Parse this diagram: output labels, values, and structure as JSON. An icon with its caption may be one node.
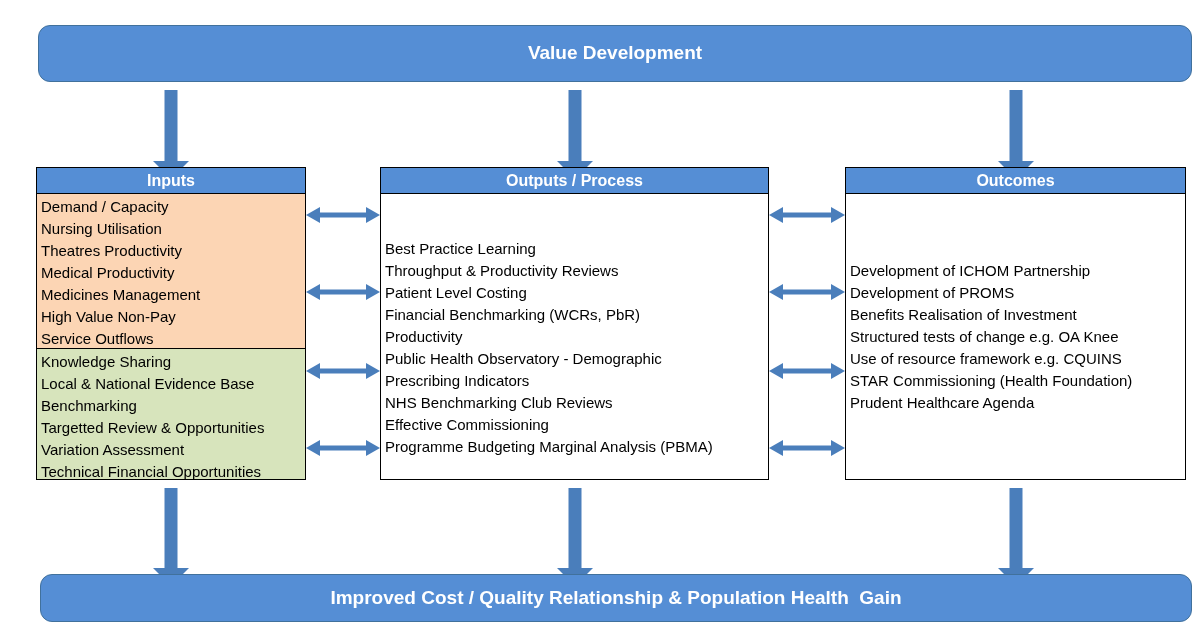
{
  "diagram": {
    "nodes": [
      {
        "text": [
          "Value Development"
        ]
      },
      {
        "text": [
          "Inputs"
        ]
      },
      {
        "text": [
          "Demand / Capacity",
          "Nursing Utilisation",
          "Theatres Productivity",
          "Medical Productivity",
          "Medicines Management",
          "High Value Non-Pay",
          "Service Outflows"
        ],
        "in": 1
      },
      {
        "text": [
          "Knowledge Sharing",
          "Local & National Evidence Base",
          "Benchmarking",
          "Targetted Review & Opportunities",
          "Variation Assessment",
          "Technical Financial Opportunities"
        ],
        "in": 1
      },
      {
        "text": [
          "Outputs / Process",
          "Best Practice Learning",
          "Throughput & Productivity Reviews",
          "Patient Level Costing",
          "Financial Benchmarking (WCRs, PbR)",
          "Productivity",
          "Public Health Observatory - Demographic",
          "Prescribing Indicators",
          "NHS Benchmarking Club Reviews",
          "Effective Commissioning",
          "Programme Budgeting Marginal Analysis (PBMA)"
        ]
      },
      {
        "text": [
          "Outcomes",
          "Development of ICHOM Partnership",
          "Development of PROMS",
          "Benefits Realisation of Investment",
          "Structured tests of change e.g. OA Knee",
          "Use of resource framework e.g. CQUINS",
          "STAR Commissioning (Health Foundation)",
          "Prudent Healthcare Agenda"
        ]
      },
      {
        "text": [
          "Improved Cost / Quality Relationship & Population Health  Gain"
        ]
      }
    ],
    "edges": [
      {
        "from": 0,
        "to": 1,
        "arrow": "to",
        "style": "thick"
      },
      {
        "from": 0,
        "to": 4,
        "arrow": "to",
        "style": "thick"
      },
      {
        "from": 0,
        "to": 5,
        "arrow": "to",
        "style": "thick"
      },
      {
        "from": 1,
        "to": 4,
        "arrow": "both"
      },
      {
        "from": 1,
        "to": 4,
        "arrow": "both"
      },
      {
        "from": 1,
        "to": 4,
        "arrow": "both"
      },
      {
        "from": 1,
        "to": 4,
        "arrow": "both"
      },
      {
        "from": 4,
        "to": 5,
        "arrow": "both"
      },
      {
        "from": 4,
        "to": 5,
        "arrow": "both"
      },
      {
        "from": 4,
        "to": 5,
        "arrow": "both"
      },
      {
        "from": 4,
        "to": 5,
        "arrow": "both"
      },
      {
        "from": 1,
        "to": 6,
        "arrow": "to",
        "style": "thick"
      },
      {
        "from": 4,
        "to": 6,
        "arrow": "to",
        "style": "thick"
      },
      {
        "from": 5,
        "to": 6,
        "arrow": "to",
        "style": "thick"
      }
    ]
  }
}
